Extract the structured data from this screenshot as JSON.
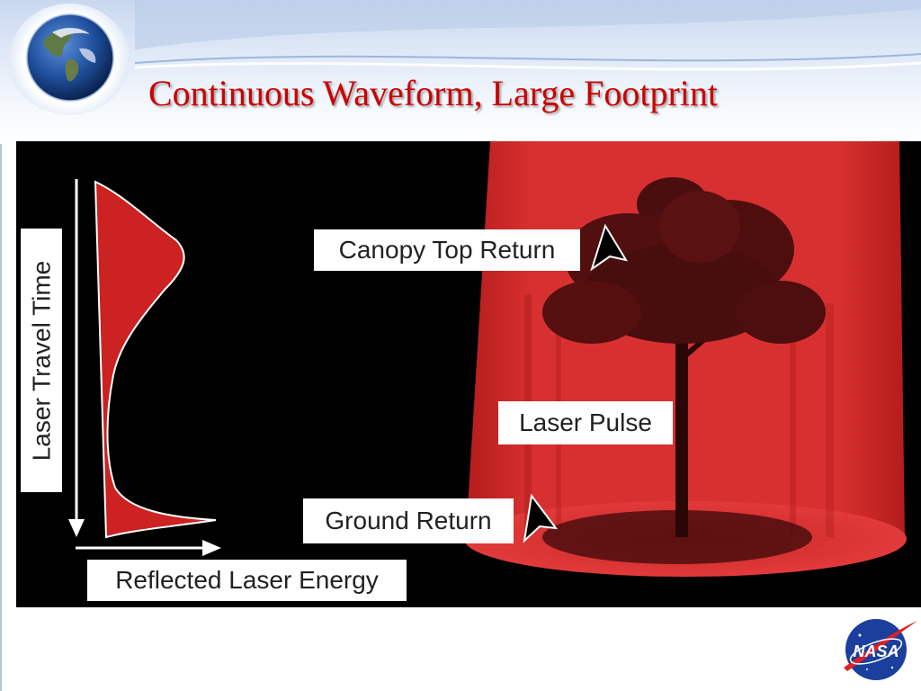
{
  "slide": {
    "title": "Continuous Waveform, Large Footprint"
  },
  "diagram": {
    "labels": {
      "canopy_top_return": "Canopy Top Return",
      "laser_pulse": "Laser Pulse",
      "ground_return": "Ground Return",
      "reflected_laser_energy": "Reflected Laser Energy",
      "laser_travel_time": "Laser Travel Time"
    },
    "colors": {
      "beam": "#d42a2a",
      "waveform": "#cc2222",
      "background": "#000000",
      "title": "#cc0000"
    }
  },
  "branding": {
    "logo_text": "NASA",
    "corner_icon": "earth-globe-icon"
  }
}
